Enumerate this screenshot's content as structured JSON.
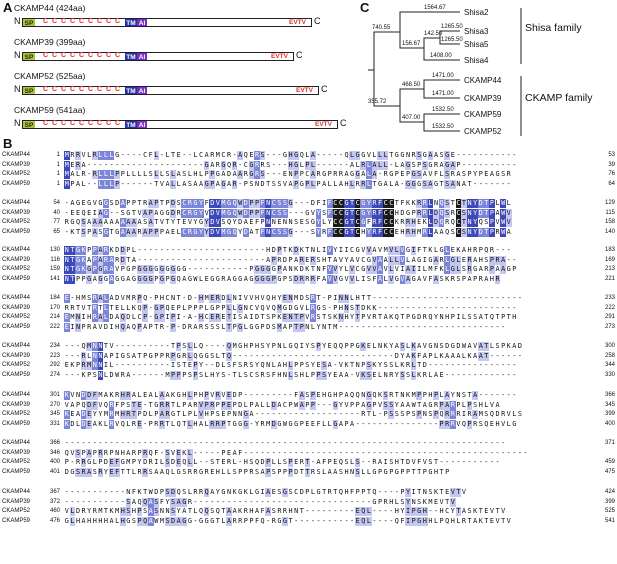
{
  "panels": {
    "a": "A",
    "b": "B",
    "c": "C"
  },
  "domains": [
    {
      "title": "CKAMP44 (424aa)",
      "n": "N",
      "c": "C",
      "sp": "SP",
      "cys": "C   C C C C C C C C",
      "tm": "TM",
      "ai": "AI",
      "evtv": "EVTV"
    },
    {
      "title": "CKAMP39 (399aa)",
      "n": "N",
      "c": "C",
      "sp": "SP",
      "cys": "C   C C C C C C C C",
      "tm": "TM",
      "ai": "AI",
      "evtv": "EVTV"
    },
    {
      "title": "CKAMP52 (525aa)",
      "n": "N",
      "c": "C",
      "sp": "SP",
      "cys": "C   C C C C C C C C",
      "tm": "TM",
      "ai": "AI",
      "evtv": "EVTV"
    },
    {
      "title": "CKAMP59 (541aa)",
      "n": "N",
      "c": "C",
      "sp": "SP",
      "cys": "C   C C C C C C C C",
      "tm": "TM",
      "ai": "AI",
      "evtv": "EVTV"
    }
  ],
  "tree": {
    "leaves": [
      "Shisa2",
      "Shisa3",
      "Shisa5",
      "Shisa4",
      "CKAMP44",
      "CKAMP39",
      "CKAMP59",
      "CKAMP52"
    ],
    "bootstraps": [
      "1564.67",
      "1265.50",
      "142.50",
      "1265.50",
      "156.67",
      "1408.00",
      "740.55",
      "1471.00",
      "468.50",
      "1471.00",
      "1532.50",
      "355.72",
      "407.00",
      "1532.50"
    ],
    "families": [
      "Shisa family",
      "CKAMP family"
    ]
  },
  "alignment": [
    {
      "rows": [
        {
          "name": "CKAMP44",
          "start": "1",
          "seq": "MRRVLRLLLG----CFL-LTE--LCARMCR-AQERS---GHGQLA-----QLGGVLLLTGGNRSGAASGE-----------",
          "end": "53"
        },
        {
          "name": "CKAMP39",
          "start": "1",
          "seq": "MERA---------------------GARGQR-CGRRS---HGLPL------ALRLALL-LAGSPSGRAGAP----------",
          "end": "39"
        },
        {
          "name": "CKAMP52",
          "start": "1",
          "seq": "MALR-RLLLPPLLLLSLLSLASLHLPPGADAARGRS---ENPPCARGPRRAGGALA-RGPEPGSAVFLSRASPYPEAGSR",
          "end": "76"
        },
        {
          "name": "CKAMP59",
          "start": "1",
          "seq": "MPAL--LLLP------TVALLASAAGPAGAR-PSNDTSSVAPGPLPALLAHLRRLTGALA-GGGSAGTSANAT-------",
          "end": "64"
        }
      ]
    },
    {
      "rows": [
        {
          "name": "CKAMP44",
          "start": "54",
          "seq": "-AGEGVGGSDAPPTRAPTPDSCRGYFDVMGQWDPPFNCSSG---DFIFCCGTCGYRFCCTFKKRRLNQSTCTNYDTPLWL",
          "end": "129"
        },
        {
          "name": "CKAMP39",
          "start": "40",
          "seq": "-EEQEIAG--SGTVAPAGGDRCRGYVDVMGQWDPPFNCSS---GVYSFCCGTCGYRFCCHDGPRRLDQSRCSNYDTPAWV",
          "end": "115"
        },
        {
          "name": "CKAMP52",
          "start": "77",
          "seq": "RGQSAAAAAAAAAASATVTYTEVYGYDVSQYDAEFPNNENNSESGYLYCCGTCGFRFCCKRRHEKLDQRQCTNYQSPVWV",
          "end": "158"
        },
        {
          "name": "CKAMP59",
          "start": "65",
          "seq": "-KTSPASGTGAAARAPPPAELCRGYYDVMGQYDATFNCSSG---SYRFCCGTCHYRFCCEHRHMRLAAQSCSNYDTPRWA",
          "end": "140"
        }
      ]
    },
    {
      "rows": [
        {
          "name": "CKAMP44",
          "start": "130",
          "seq": "NTGKPPARKDDPL-----------------------HDPTKDKTNLIVYIICGVVAVMVLVGIFTKLGLEKAHRPQR---",
          "end": "183"
        },
        {
          "name": "CKAMP39",
          "start": "116",
          "seq": "NTGKAPARARDTA-----------------------APRDPARERSHTAVYAVCGVAALLVLAGIGARLGLERAHSPRA--",
          "end": "169"
        },
        {
          "name": "CKAMP52",
          "start": "159",
          "seq": "NTGKGPGRAVPGPGGGGGGGGG-----------PGGGGPANKDKTNFVVYLVCGVVAVLVIAIILMFKLGLSRGARPAAGP",
          "end": "213"
        },
        {
          "name": "CKAMP59",
          "start": "141",
          "seq": "NTPPGAGGAGGAGGGGPGPGQAGWLEGGRAGGAGGGGPGPSDRRRFAVVGVVLISFALVGVAGAVFASKRSPAPRAHR",
          "end": "221"
        }
      ]
    },
    {
      "rows": [
        {
          "name": "CKAMP44",
          "start": "184",
          "seq": "E-HMSRALADVMRPQ-PHCNT-D-HMERDLNIVVHVQHYENMDSRT-PINNLHTT---------------------------",
          "end": "233"
        },
        {
          "name": "CKAMP39",
          "start": "170",
          "seq": "RRTVTRTLTELLKQP-GPQEPLPPPLGPPLLGNCVQVQMGDGVLRGS-PHNSTDKK-------------------------",
          "end": "222"
        },
        {
          "name": "CKAMP52",
          "start": "214",
          "seq": "EMNIHRALDAQDLCP-GPIPI-A-HCERETISAIDTSPKENTPVRSTSKNHYTPVRTAKQTPGDRQYNHPILSSATQTPTH",
          "end": "291"
        },
        {
          "name": "CKAMP59",
          "start": "222",
          "seq": "EINPRAVDIHQAQPAPTR-P-DRARSSSLTPGLGGPDSMAPTPNLYNTM------------------------------",
          "end": "273"
        }
      ]
    },
    {
      "rows": [
        {
          "name": "CKAMP44",
          "start": "234",
          "seq": "---QMNNTV----------TPSLLQ----QMGHPHSYPNLGQIYSPYEQQPPGKELNKYASLKAVGNSDGDWAVATLSPKAD",
          "end": "300"
        },
        {
          "name": "CKAMP39",
          "start": "223",
          "seq": "---RLNNAPIGSATPGPPRPGRLQGGSLTQ-----------------------------DYAKFAPLKAAALKAAT------",
          "end": "258"
        },
        {
          "name": "CKAMP52",
          "start": "292",
          "seq": "EKPRMNNIL----------ISTEPY--DLSFSRSYQNLAHLPPSYESA-VKTNPSKYSSLKRLTD----------------",
          "end": "344"
        },
        {
          "name": "CKAMP59",
          "start": "274",
          "seq": "---KPSNLDWRA------MPPPSPSLHYS-TLSCSRSFHNLSHLPPSYEAA-VKSELNRYSSLKRLAE-------------",
          "end": "330"
        }
      ]
    },
    {
      "rows": [
        {
          "name": "CKAMP44",
          "start": "301",
          "seq": "KVNDDFMAKRHRALEALAAKGHLPHPVRVEDP---------FASPEHGHPAQQNGQKSRTNKMPPHPLAYNSTA-------",
          "end": "366"
        },
        {
          "name": "CKAMP39",
          "start": "270",
          "seq": "VAPQDFVQRFPSTE-TGRRTLPARVPRPPEPDLPALLDACPWAPP---GYVPPAGPVSSYAAWTAGRPARPLPSHLVA",
          "end": "345"
        },
        {
          "name": "CKAMP52",
          "start": "345",
          "seq": "KEADEYYMRMHRTPDLPARGTLPLVHPSEPNNGA-------------------RTL-PSSSPSPNSPQRRRIRAMSQDRVLS",
          "end": "399"
        },
        {
          "name": "CKAMP59",
          "start": "331",
          "seq": "KDLDEAKLRVQLRE-PRRTLQTLHALRRPTGGG-YRMDGWGGPEEFLLGAPA---------------PRRVQPRSQEHVLG",
          "end": "400"
        }
      ]
    },
    {
      "rows": [
        {
          "name": "CKAMP44",
          "start": "366",
          "seq": "-------------------------------------------------------------------------------",
          "end": "371"
        },
        {
          "name": "CKAMP39",
          "start": "346",
          "seq": "QVSPAPRRPNHARPRQF-SVEKL-----PEAF---------------------------------------------------",
          "end": ""
        },
        {
          "name": "CKAMP52",
          "start": "400",
          "seq": "P-RRGLPDEFGMPYDRILSDEQLL--STERL-HSQDPLLSPERT-AFPEQSLS--RAISHTDVFVST-----------",
          "end": "459"
        },
        {
          "name": "CKAMP59",
          "start": "401",
          "seq": "DGSRASRYEFTTLRRSAAQLGSRRGREHLLSPPRSAPSPPPDTTRSLAASHNSLLGPGPGPPTTPGHTP",
          "end": "475"
        }
      ]
    },
    {
      "rows": [
        {
          "name": "CKAMP44",
          "start": "367",
          "seq": "-----------NFKTWDPSDQSLRRQAYGNKGKLGIAESGSCDPLGTRTQHFPPTQ----PYITNSKTEVTV",
          "end": "424"
        },
        {
          "name": "CKAMP39",
          "start": "372",
          "seq": "-----------SAQQASFYSAGR--------------------------------GPRHLSYNSKMEVTV",
          "end": "399"
        },
        {
          "name": "CKAMP52",
          "start": "460",
          "seq": "VLDRYRMTKMHSHPSASNNSYATLQQSQTAAKRHAFASRRHNT---------EQL----HYIPGH--HCYTASKTEVTV",
          "end": "525"
        },
        {
          "name": "CKAMP59",
          "start": "476",
          "seq": "GLHAHHHHALHGSPQAWMSDAGG-GGGTLARRPPFQ-RGGT-----------EQL----QFIPGHHLPQHLRTAKTEVTV",
          "end": "541"
        }
      ]
    }
  ],
  "colors": {
    "red": "#e03030",
    "sp": "#a8c83a",
    "tm": "#2530a8",
    "ai": "#7a2fc0",
    "green_box": "#3fae3f",
    "red_box": "#d83a3a",
    "purple_box": "#8a3fbf"
  }
}
